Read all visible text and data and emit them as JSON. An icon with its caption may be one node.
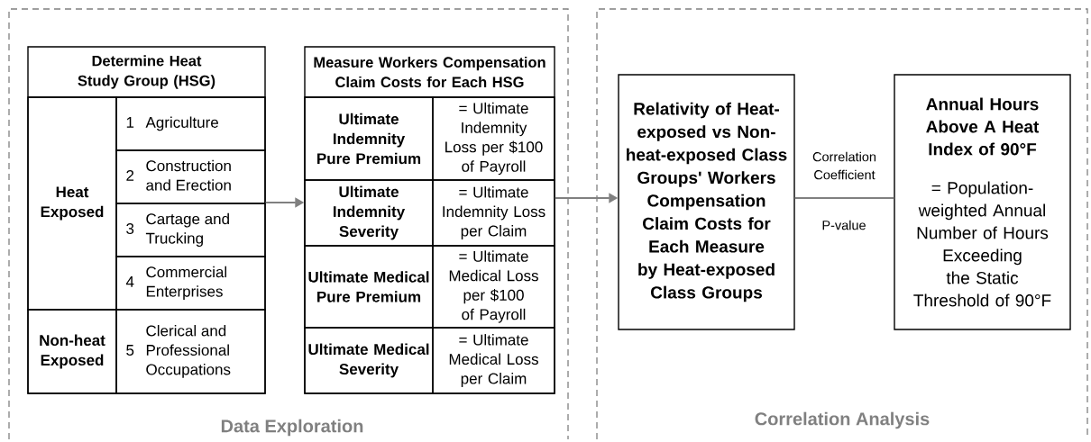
{
  "diagram": {
    "nodes": [
      {
        "text": [
          "Data Exploration"
        ]
      },
      {
        "text": [
          "Determine Heat Study Group (HSG)"
        ],
        "in": 0
      },
      {
        "text": [
          "Heat Exposed"
        ],
        "in": 1
      },
      {
        "text": [
          "1",
          "Agriculture"
        ],
        "in": 1
      },
      {
        "text": [
          "2",
          "Construction and Erection"
        ],
        "in": 1
      },
      {
        "text": [
          "3",
          "Cartage and Trucking"
        ],
        "in": 1
      },
      {
        "text": [
          "4",
          "Commercial Enterprises"
        ],
        "in": 1
      },
      {
        "text": [
          "Non-heat Exposed"
        ],
        "in": 1
      },
      {
        "text": [
          "5",
          "Clerical and Professional Occupations"
        ],
        "in": 1
      },
      {
        "text": [
          "Measure Workers Compensation Claim Costs for Each HSG"
        ],
        "in": 0
      },
      {
        "text": [
          "Ultimate Indemnity Pure Premium"
        ],
        "in": 9
      },
      {
        "text": [
          "= Ultimate Indemnity Loss per $100 of Payroll"
        ],
        "in": 9
      },
      {
        "text": [
          "Ultimate Indemnity Severity"
        ],
        "in": 9
      },
      {
        "text": [
          "= Ultimate Indemnity Loss per Claim"
        ],
        "in": 9
      },
      {
        "text": [
          "Ultimate Medical Pure Premium"
        ],
        "in": 9
      },
      {
        "text": [
          "= Ultimate Medical Loss per $100 of Payroll"
        ],
        "in": 9
      },
      {
        "text": [
          "Ultimate Medical Severity"
        ],
        "in": 9
      },
      {
        "text": [
          "= Ultimate Medical Loss per Claim"
        ],
        "in": 9
      },
      {
        "text": [
          "Correlation Analysis"
        ]
      },
      {
        "text": [
          "Relativity of Heat-exposed vs Non-heat-exposed Class Groups' Workers Compensation Claim Costs for Each Measure by Heat-exposed Class Groups"
        ],
        "in": 18
      },
      {
        "text": [
          "Annual Hours Above A Heat Index of 90°F",
          "= Population-weighted Annual Number of Hours Exceeding the Static Threshold of 90°F"
        ],
        "in": 18
      }
    ],
    "edges": [
      {
        "from": 1,
        "to": 9,
        "arrow": "to"
      },
      {
        "from": 9,
        "to": 19,
        "arrow": "to"
      },
      {
        "from": 19,
        "to": 20,
        "arrow": "none",
        "label": "Correlation Coefficient"
      }
    ],
    "labels": [
      "P-value"
    ]
  }
}
